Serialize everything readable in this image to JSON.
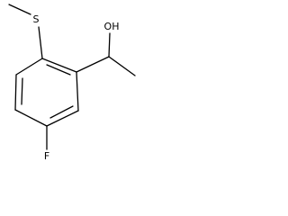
{
  "molecule": {
    "atoms": {
      "sulfur": "S",
      "hydroxyl": "OH",
      "fluorine": "F"
    }
  }
}
